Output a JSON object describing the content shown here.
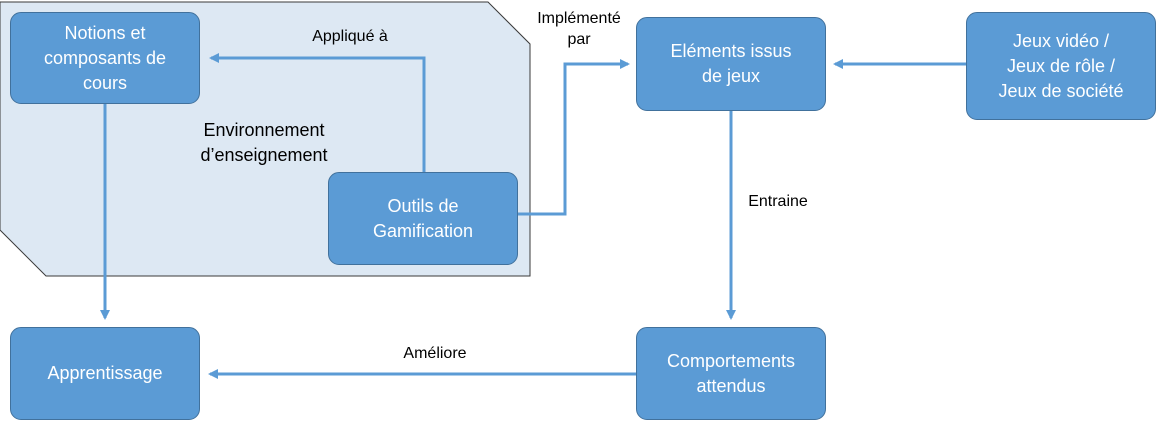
{
  "colors": {
    "node_fill": "#5b9bd5",
    "node_border": "#41719c",
    "edge": "#5b9bd5",
    "region_fill": "#dde8f3",
    "region_border": "#3a3a3a"
  },
  "region": {
    "label_line1": "Environnement",
    "label_line2": "d’enseignement"
  },
  "nodes": {
    "notions": {
      "line1": "Notions et",
      "line2": "composants de",
      "line3": "cours"
    },
    "outils": {
      "line1": "Outils de",
      "line2": "Gamification"
    },
    "elements": {
      "line1": "Eléments issus",
      "line2": "de jeux"
    },
    "jeux": {
      "line1": "Jeux vidéo /",
      "line2": "Jeux de rôle /",
      "line3": "Jeux de société"
    },
    "apprentissage": {
      "line1": "Apprentissage"
    },
    "comportements": {
      "line1": "Comportements",
      "line2": "attendus"
    }
  },
  "edges": {
    "outils_to_notions": {
      "label": "Appliqué à"
    },
    "outils_to_elements": {
      "label_line1": "Implémenté",
      "label_line2": "par"
    },
    "jeux_to_elements": {
      "label": ""
    },
    "elements_to_comportements": {
      "label": "Entraine"
    },
    "comportements_to_apprentissage": {
      "label": "Améliore"
    },
    "notions_to_apprentissage": {
      "label": ""
    }
  }
}
